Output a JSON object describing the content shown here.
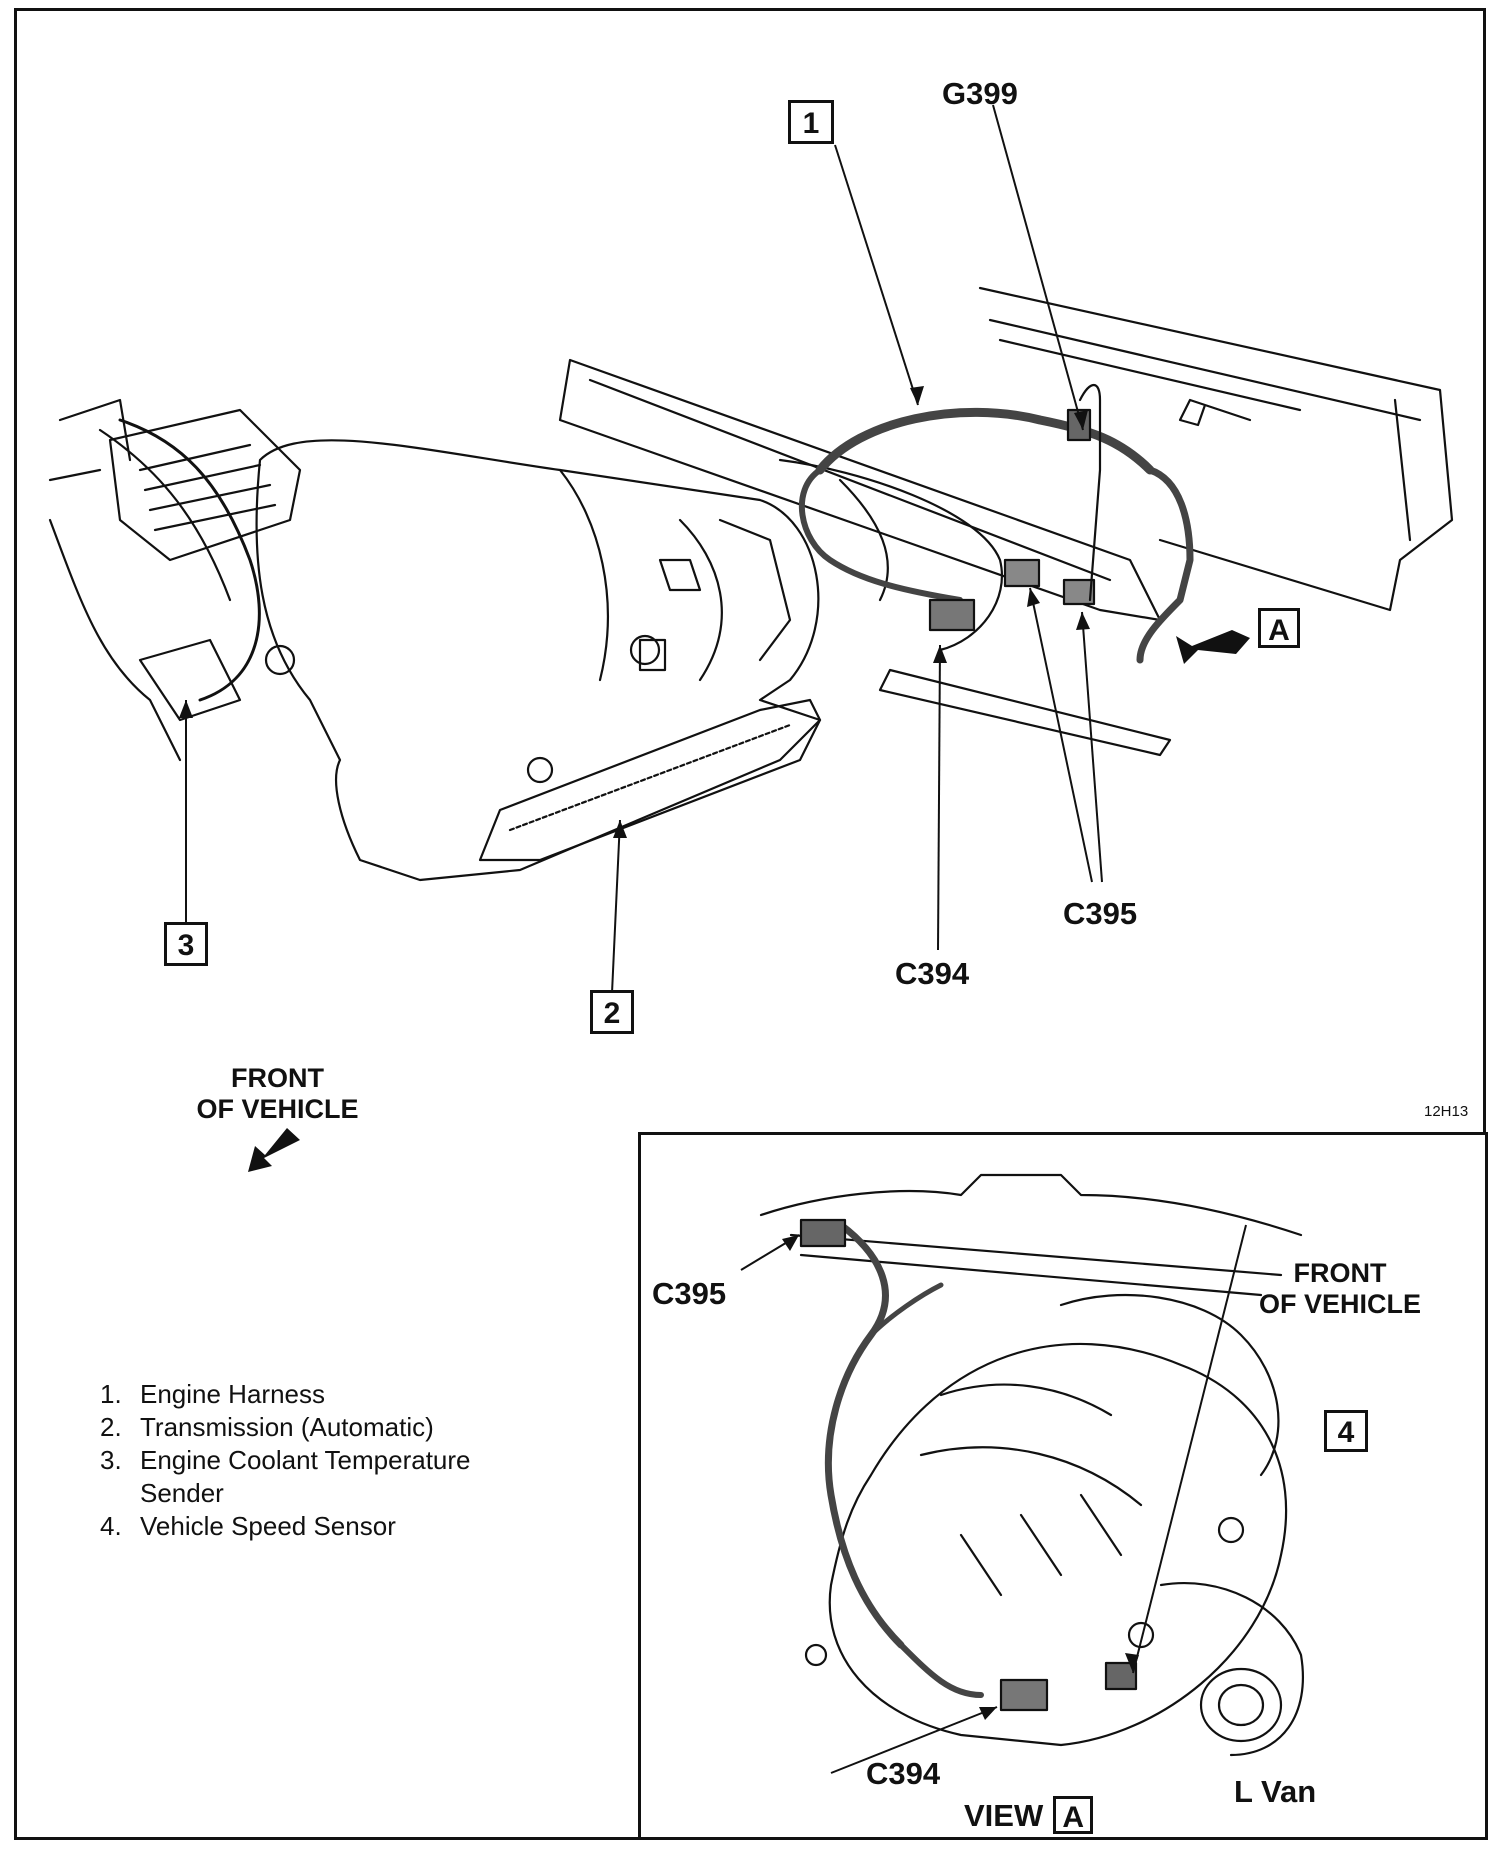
{
  "callouts": {
    "c1": "1",
    "c2": "2",
    "c3": "3",
    "c4": "4"
  },
  "labels": {
    "g399": "G399",
    "c395_main": "C395",
    "c394_main": "C394",
    "c395_view": "C395",
    "c394_view": "C394",
    "view_a_box": "A",
    "view_word": "VIEW",
    "view_letter": "A",
    "l_van": "L Van",
    "figure_code": "12H13"
  },
  "front_of_vehicle_main": [
    "FRONT",
    "OF VEHICLE"
  ],
  "front_of_vehicle_view": [
    "FRONT",
    "OF VEHICLE"
  ],
  "legend": [
    {
      "num": "1.",
      "text": "Engine Harness"
    },
    {
      "num": "2.",
      "text": "Transmission (Automatic)"
    },
    {
      "num": "3.",
      "text": "Engine Coolant Temperature",
      "cont": "Sender"
    },
    {
      "num": "4.",
      "text": "Vehicle Speed Sensor"
    }
  ]
}
